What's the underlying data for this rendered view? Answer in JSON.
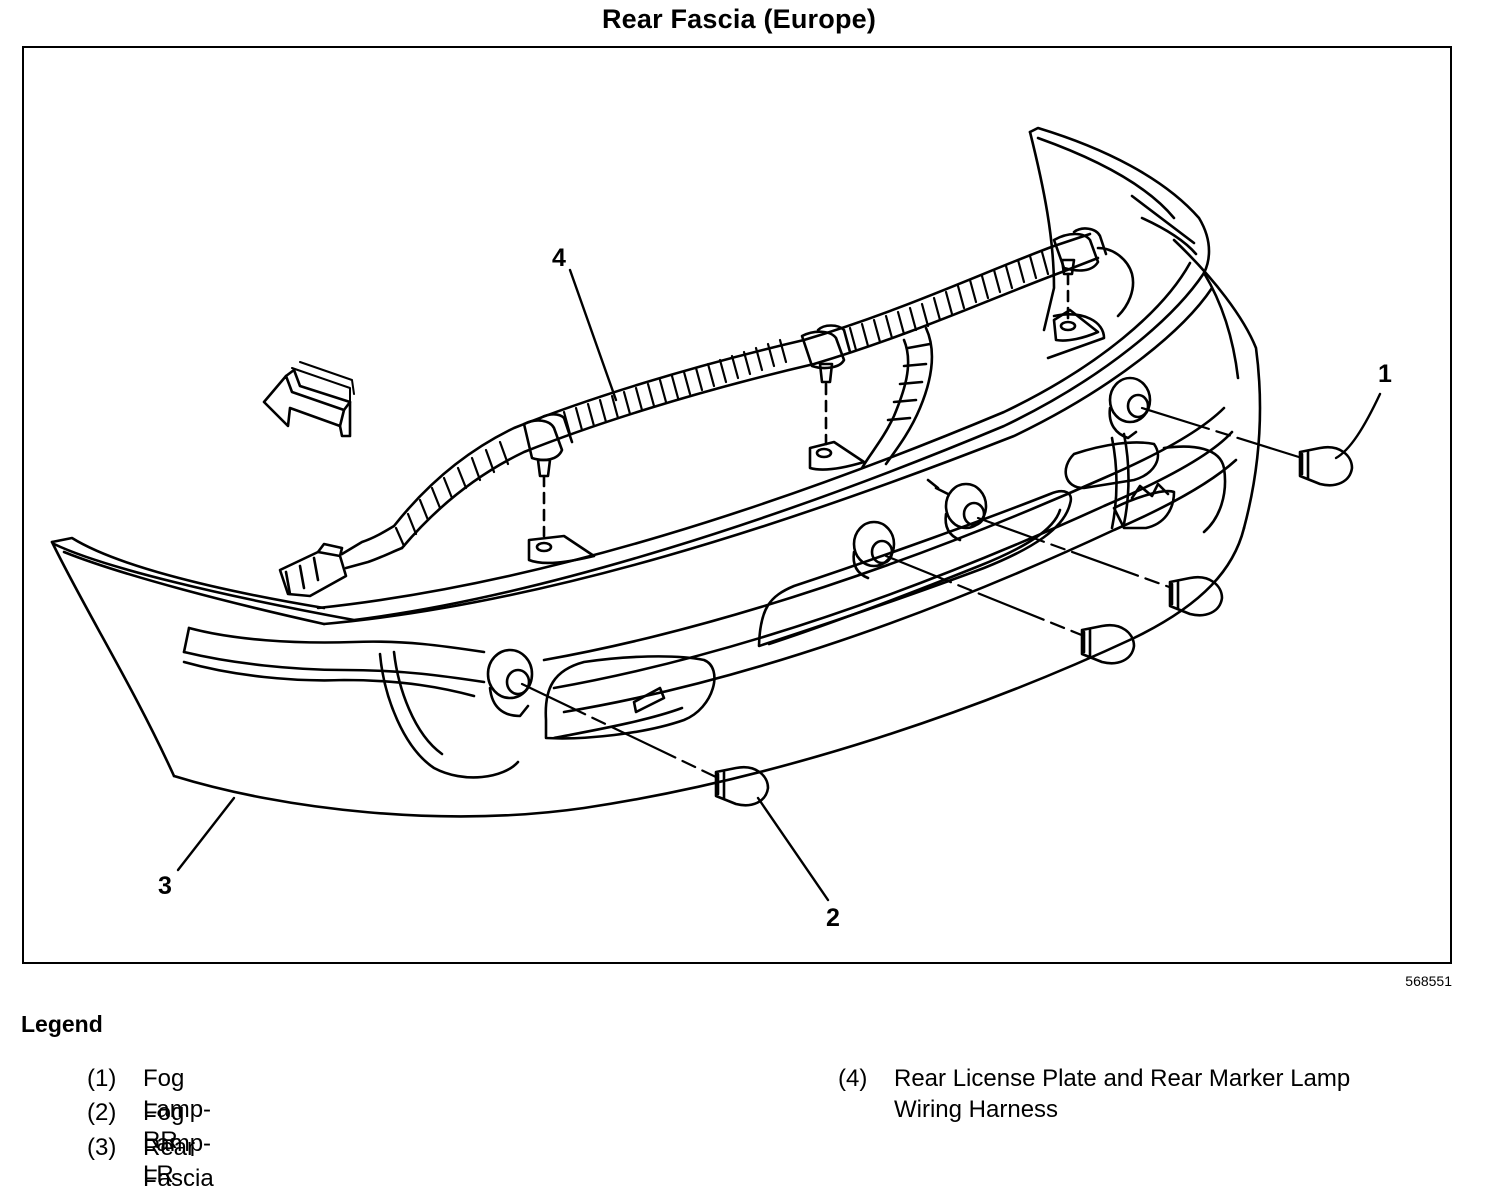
{
  "title": "Rear Fascia (Europe)",
  "figure_id": "568551",
  "callouts": {
    "c1": "1",
    "c2": "2",
    "c3": "3",
    "c4": "4"
  },
  "legend": {
    "heading": "Legend",
    "items": [
      {
        "num": "(1)",
        "text": "Fog Lamp-RR"
      },
      {
        "num": "(2)",
        "text": "Fog Lamp-LR"
      },
      {
        "num": "(3)",
        "text": "Rear Fascia"
      },
      {
        "num": "(4)",
        "text": "Rear License Plate and Rear Marker Lamp\nWiring Harness"
      }
    ]
  }
}
